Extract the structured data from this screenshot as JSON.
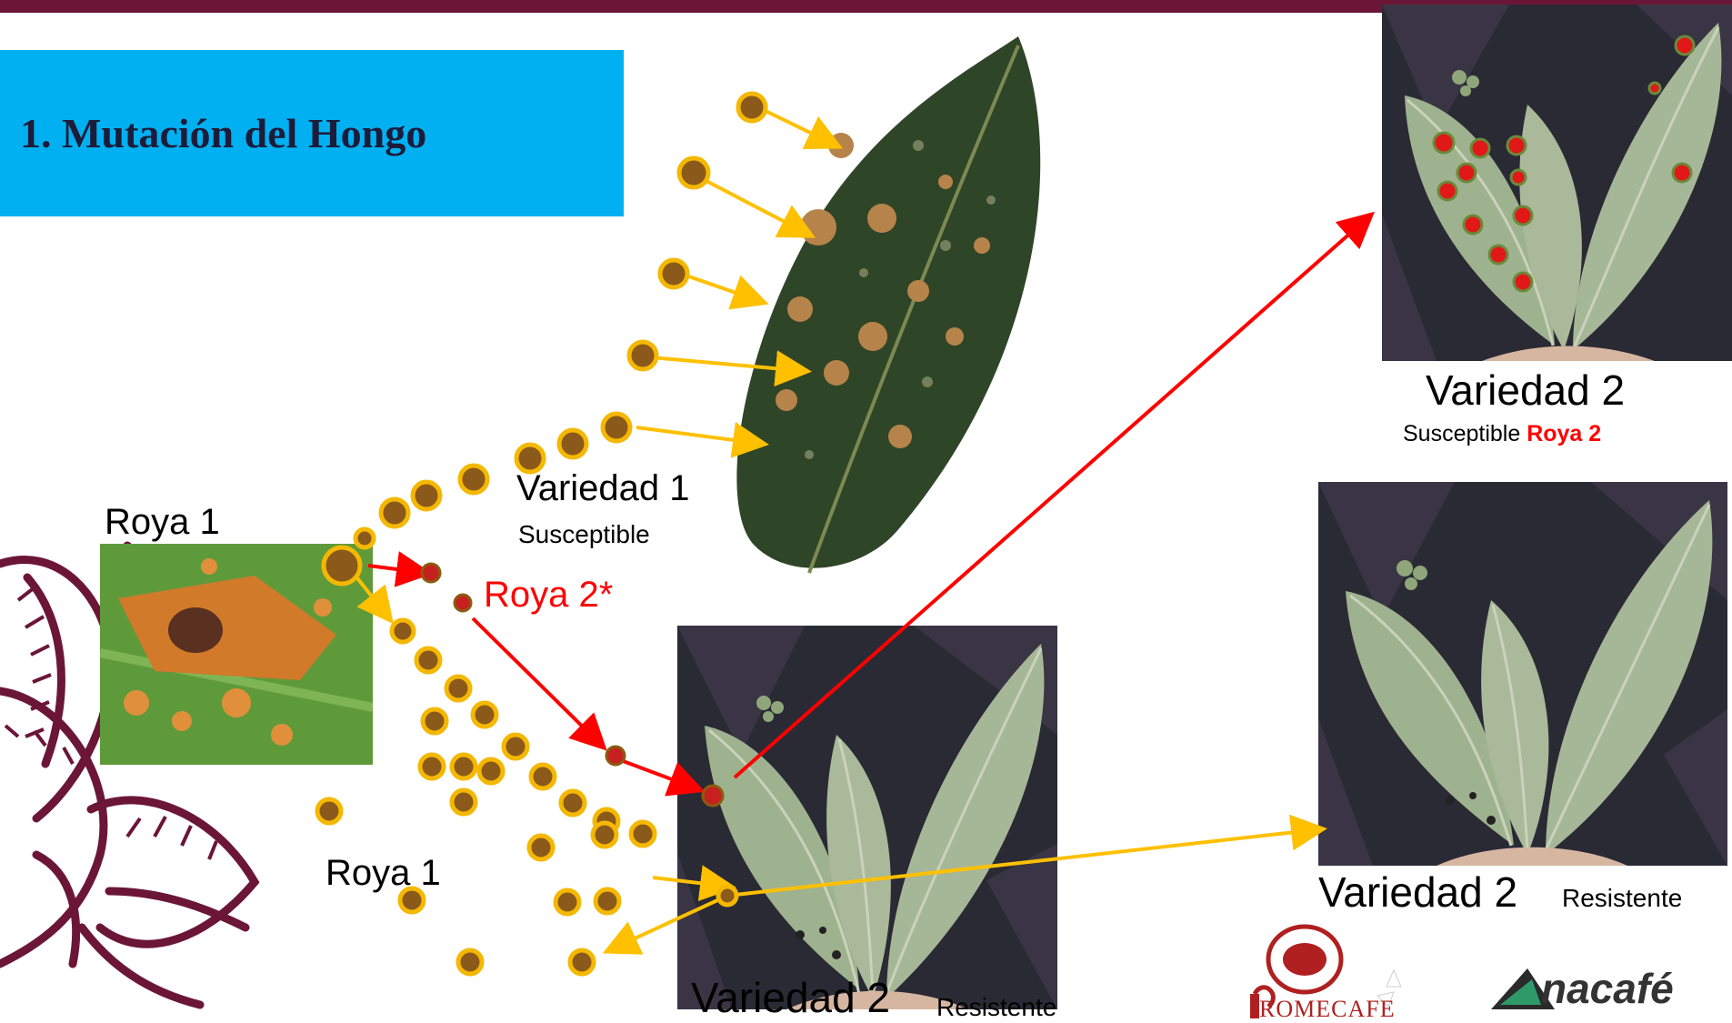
{
  "slide": {
    "title": "1. Mutación del Hongo"
  },
  "labels": {
    "roya1_top": "Roya 1",
    "roya1_bottom": "Roya 1",
    "roya2": "Roya 2*",
    "variedad1": "Variedad 1",
    "variedad1_sub": "Susceptible",
    "center_variedad2": "Variedad 2",
    "center_resistente": "Resistente",
    "top_right_variedad2": "Variedad 2",
    "top_right_susceptible": "Susceptible",
    "top_right_roya2": "Roya 2",
    "bottom_right_variedad2": "Variedad 2",
    "bottom_right_resistente": "Resistente"
  },
  "logos": {
    "promecafe": "ROMECAFE",
    "anacafe": "nacafé"
  },
  "colors": {
    "topbar": "#6b1636",
    "title_box": "#00b0f0",
    "spore_orange": "#f5b800",
    "spore_brown": "#8b5a1a",
    "mutant_red": "#ff0000",
    "arrow_orange": "#ffc000",
    "arrow_red": "#ff0000",
    "decor_maroon": "#6b1636"
  },
  "icons": [
    "coffee-branch-illustration",
    "rust-spore-icon",
    "mutant-spore-icon"
  ]
}
